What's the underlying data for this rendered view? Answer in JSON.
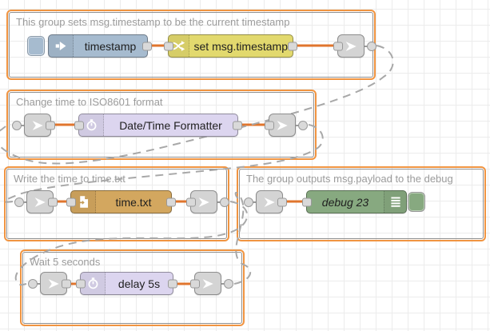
{
  "canvas": {
    "background": "#ffffff",
    "grid_color": "#ececec"
  },
  "colors": {
    "group_border": "#f09441",
    "group_inner_border": "#8f8f8f",
    "wire": "#e0752d",
    "link_wire": "#a8a8a8",
    "port_fill": "#d9d9d9",
    "link_node_fill": "#d4d4d4"
  },
  "groups": {
    "timestamp": {
      "label": "This group sets msg.timestamp to be the current timestamp"
    },
    "iso": {
      "label": "Change time to ISO8601 format"
    },
    "write": {
      "label": "Write the time to time.txt"
    },
    "debug": {
      "label": "The group outputs msg.payload to the debug"
    },
    "wait": {
      "label": "Wait 5 seconds"
    }
  },
  "nodes": {
    "inject": {
      "label": "timestamp",
      "color": "#a6bbcf"
    },
    "change": {
      "label": "set msg.timestamp",
      "color": "#e2d96e"
    },
    "datetime": {
      "label": "Date/Time Formatter",
      "color": "#dcd5ef"
    },
    "file": {
      "label": "time.txt",
      "color": "#d3a75f"
    },
    "debug": {
      "label": "debug 23",
      "color": "#87a980"
    },
    "delay": {
      "label": "delay 5s",
      "color": "#dcd5ef"
    }
  },
  "icons": {
    "inject": "arrow-right-icon",
    "change": "shuffle-icon",
    "datetime": "timer-icon",
    "delay": "timer-icon",
    "file": "file-import-icon",
    "debug": "console-lines-icon",
    "link": "paper-plane-icon"
  }
}
